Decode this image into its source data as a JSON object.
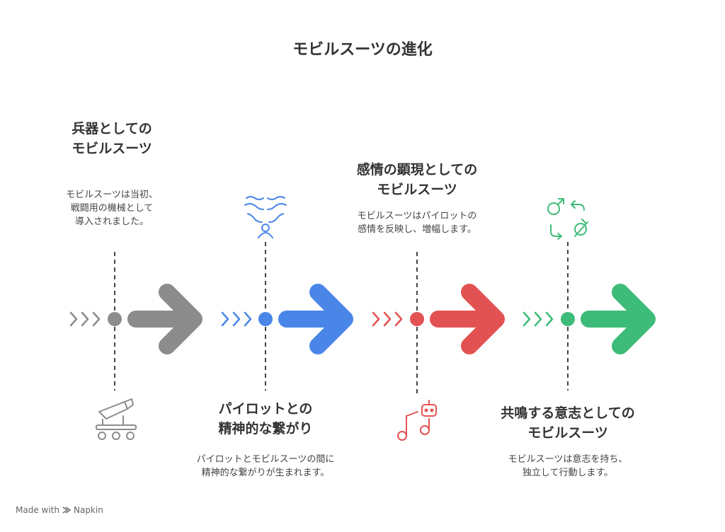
{
  "title": "モビルスーツの進化",
  "stages": [
    {
      "heading": [
        "兵器としての",
        "モビルスーツ"
      ],
      "description": [
        "モビルスーツは当初、",
        "戦闘用の機械として",
        "導入されました。"
      ],
      "color": "#8c8c8c",
      "icon": "cannon-icon"
    },
    {
      "heading": [
        "パイロットとの",
        "精神的な繋がり"
      ],
      "description": [
        "パイロットとモビルスーツの間に",
        "精神的な繋がりが生まれます。"
      ],
      "color": "#4a86e8",
      "icon": "mind-connection-icon"
    },
    {
      "heading": [
        "感情の顕現としての",
        "モビルスーツ"
      ],
      "description": [
        "モビルスーツはパイロットの",
        "感情を反映し、増幅します。"
      ],
      "color": "#e35252",
      "icon": "robot-music-icon"
    },
    {
      "heading": [
        "共鳴する意志としての",
        "モビルスーツ"
      ],
      "description": [
        "モビルスーツは意志を持ち、",
        "独立して行動します。"
      ],
      "color": "#3dbb78",
      "icon": "gender-cycle-icon"
    }
  ],
  "footer": {
    "made_with": "Made with",
    "brand": "Napkin"
  }
}
